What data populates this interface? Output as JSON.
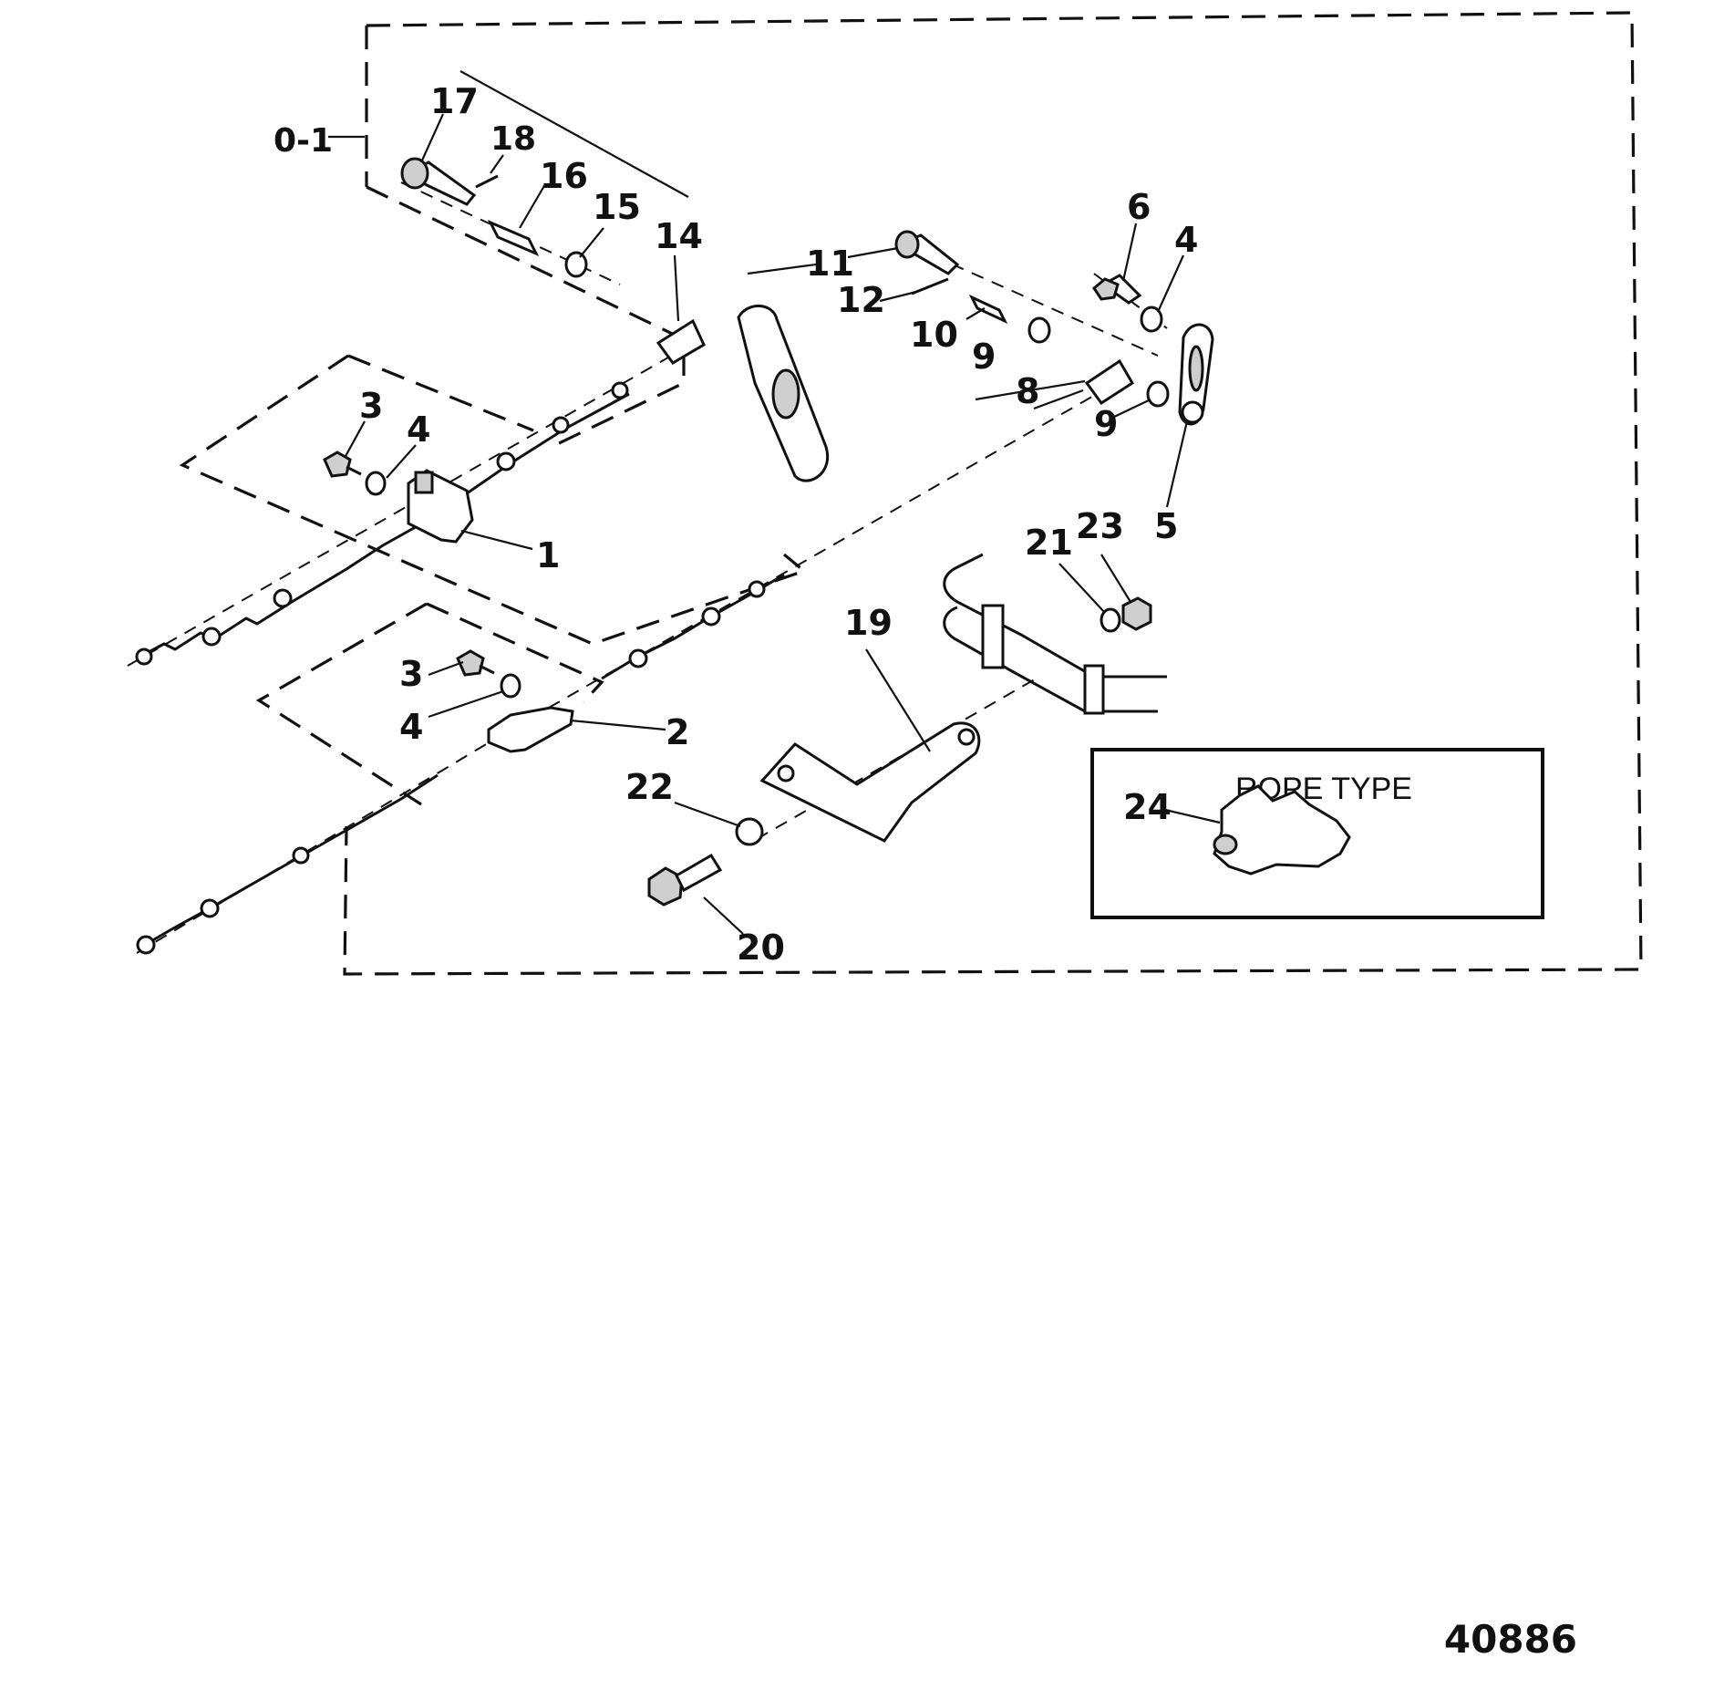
{
  "assembly_ref": "0-1",
  "callouts": [
    "17",
    "18",
    "16",
    "15",
    "14",
    "11",
    "12",
    "10",
    "9",
    "8",
    "9",
    "6",
    "4",
    "5",
    "3",
    "4",
    "1",
    "3",
    "4",
    "2",
    "19",
    "21",
    "23",
    "22",
    "20",
    "24"
  ],
  "inset": {
    "label": "ROPE TYPE",
    "callout": "24"
  },
  "figure_number": "40886"
}
